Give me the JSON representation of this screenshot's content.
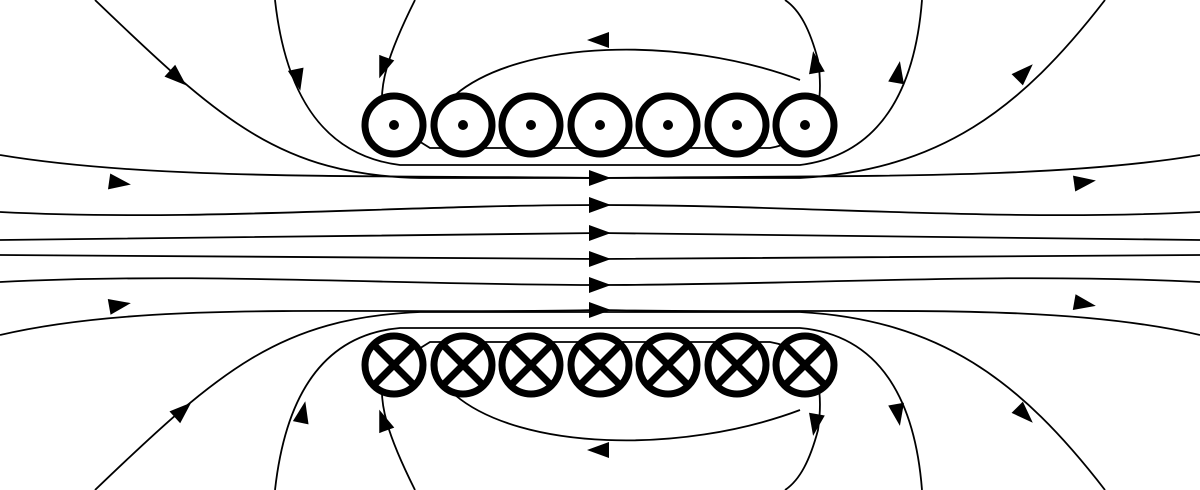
{
  "diagram": {
    "subject": "solenoid-magnetic-field-lines",
    "background": "#ffffff",
    "stroke_color": "#000000",
    "top_row": {
      "count": 7,
      "symbol": "dot",
      "direction": "out-of-page"
    },
    "bottom_row": {
      "count": 7,
      "symbol": "cross",
      "direction": "into-page"
    },
    "field_direction": "left-to-right",
    "field_lines": {
      "inside_count": 6,
      "outer_pairs": 7
    }
  }
}
